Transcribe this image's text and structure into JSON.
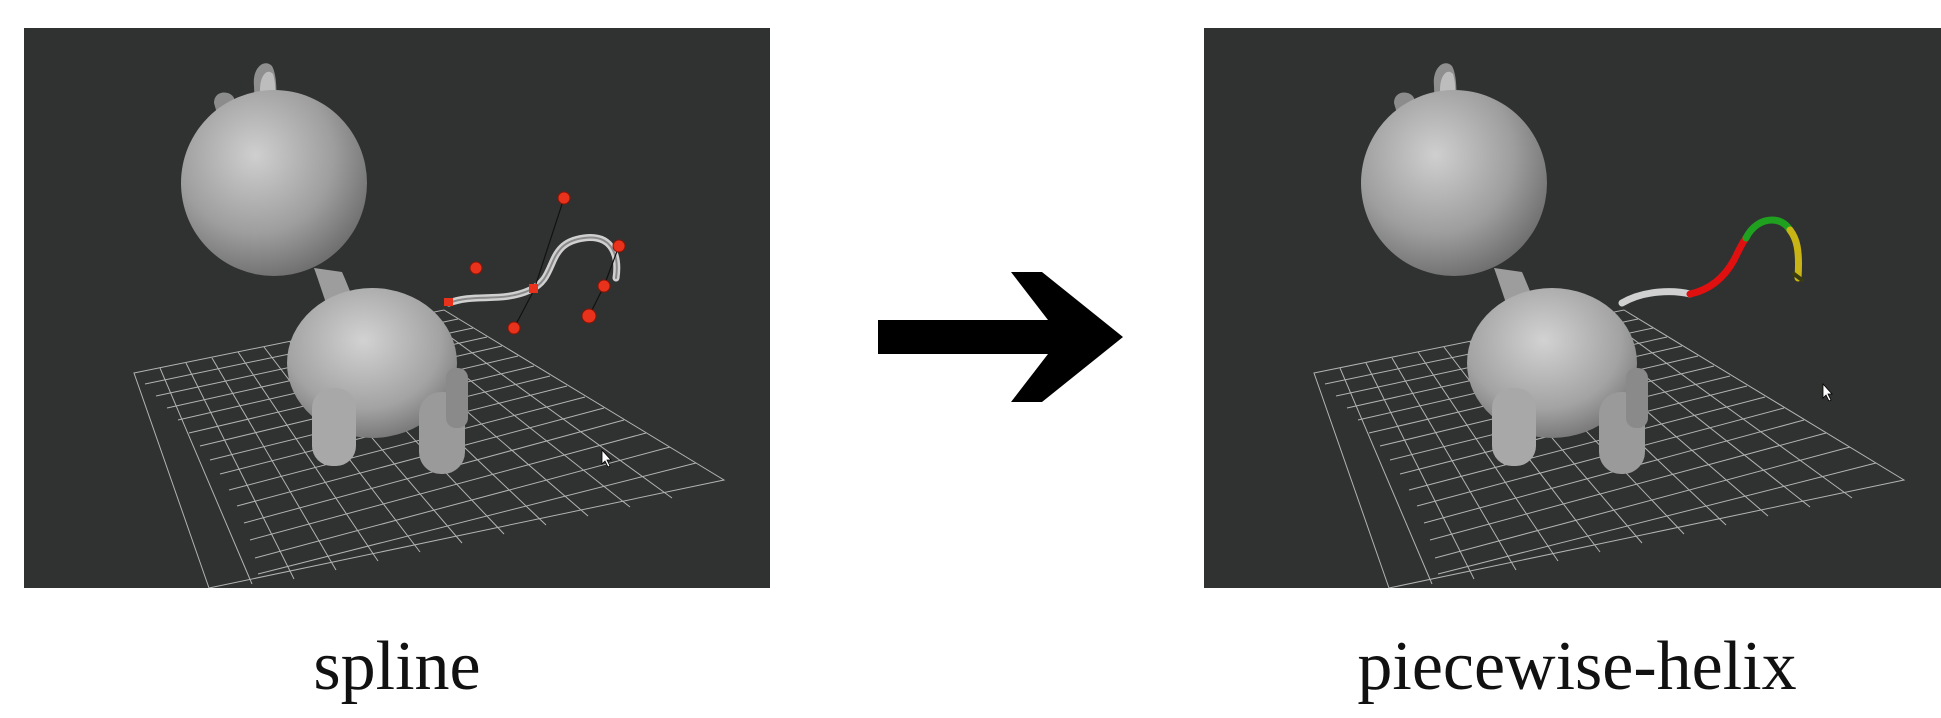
{
  "left_panel": {
    "label": "spline",
    "background": "#2f3230",
    "tail_style": "spline",
    "control_point_color": "#e8321c",
    "icons": [
      "cat-model-icon",
      "grid-floor-icon",
      "spline-control-points-icon",
      "mouse-cursor-icon"
    ]
  },
  "right_panel": {
    "label": "piecewise-helix",
    "background": "#2f3230",
    "tail_style": "piecewise-helix",
    "segment_colors": [
      "#e01010",
      "#1fa01f",
      "#c8b414"
    ],
    "icons": [
      "cat-model-icon",
      "grid-floor-icon",
      "helix-segments-icon",
      "mouse-cursor-icon"
    ]
  },
  "arrow": {
    "icon": "right-arrow-icon",
    "color": "#000000"
  }
}
